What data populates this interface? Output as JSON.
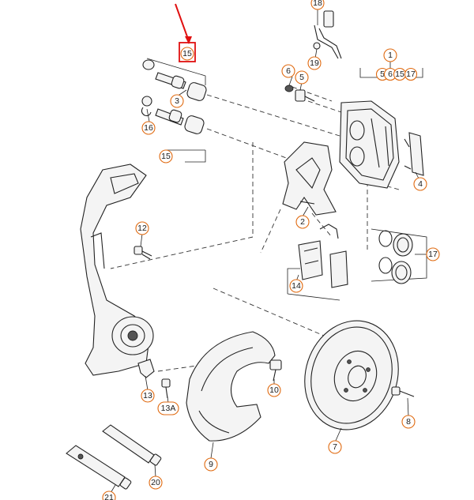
{
  "callouts": {
    "c1": "1",
    "c2": "2",
    "c3": "3",
    "c4": "4",
    "c5": "5",
    "c6": "6",
    "c7": "7",
    "c8": "8",
    "c9": "9",
    "c10": "10",
    "c12": "12",
    "c13": "13",
    "c13a": "13A",
    "c14": "14",
    "c15_top": "15",
    "c15_bottom": "15",
    "c16": "16",
    "c17_right": "17",
    "c17_g": "17",
    "c18": "18",
    "c19": "19",
    "c20": "20",
    "c21": "21",
    "c5_g": "5",
    "c6_g": "6",
    "c15_g": "15"
  },
  "colors": {
    "callout_ring": "#e06a10",
    "highlight": "#e01010",
    "line": "#222222"
  },
  "highlight_target": "15"
}
